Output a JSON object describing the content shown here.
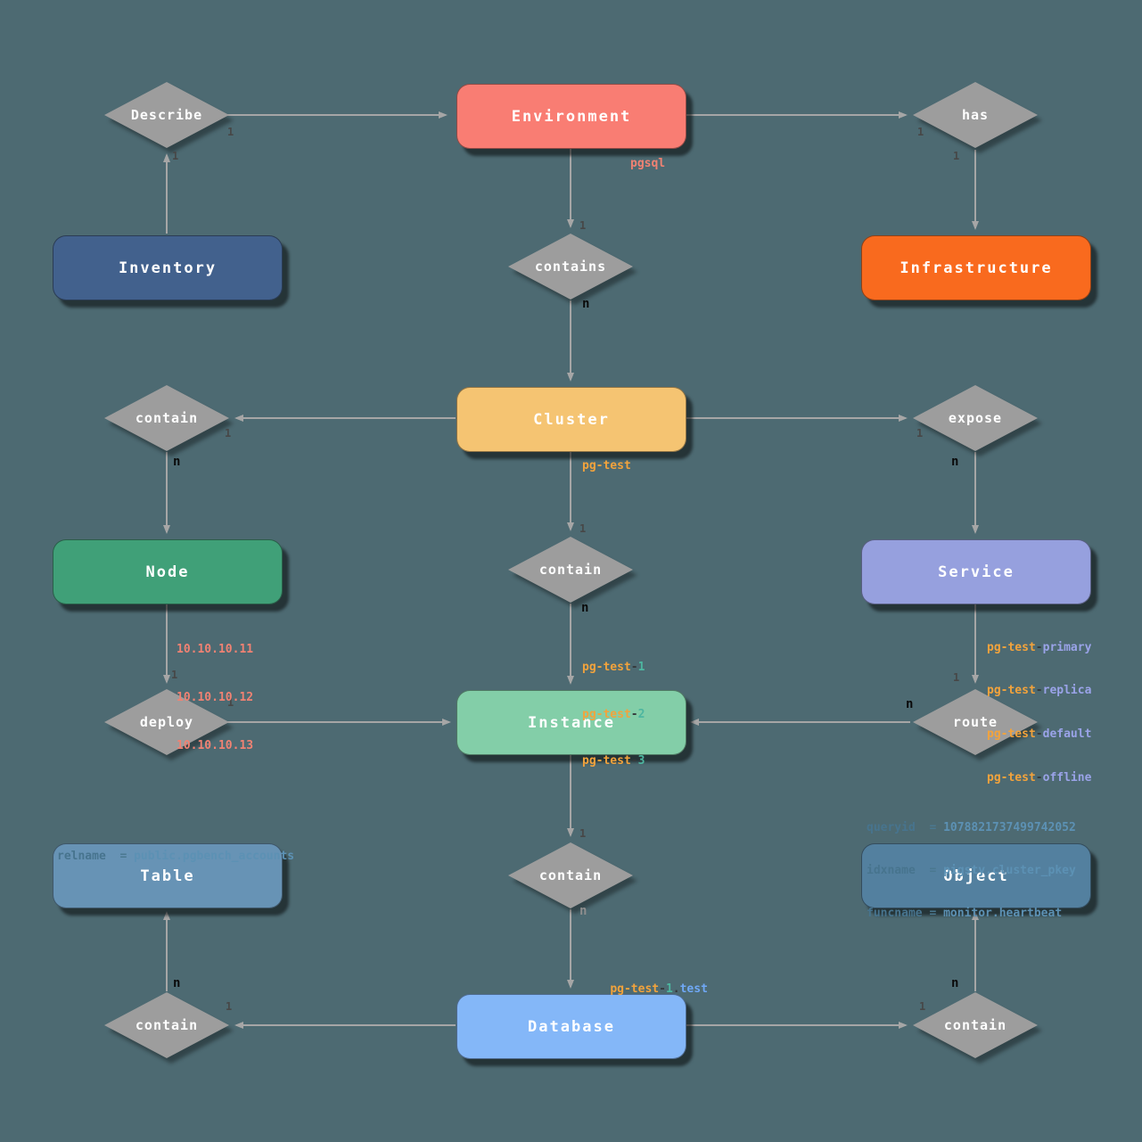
{
  "background": "#4D6A72",
  "edge_color": "#A6A6A6",
  "diamond_color": "#9D9D9D",
  "palette": {
    "orange": "#F2A33C",
    "teal": "#4DB6A0",
    "blue": "#6FA8F5",
    "periwinkle": "#9AA3E8",
    "salmon": "#F08273",
    "meta_key": "#47748E",
    "meta_value": "#5C91B4"
  },
  "entities": {
    "environment": {
      "label": "Environment",
      "color": "#F97D73"
    },
    "inventory": {
      "label": "Inventory",
      "color": "#42618D"
    },
    "infrastructure": {
      "label": "Infrastructure",
      "color": "#F96A1E"
    },
    "cluster": {
      "label": "Cluster",
      "color": "#F5C472"
    },
    "node": {
      "label": "Node",
      "color": "#40A078"
    },
    "service": {
      "label": "Service",
      "color": "#96A0DE"
    },
    "instance": {
      "label": "Instance",
      "color": "#83CEA8"
    },
    "table": {
      "label": "Table",
      "color": "#6793B5"
    },
    "object": {
      "label": "Object",
      "color": "#53809F"
    },
    "database": {
      "label": "Database",
      "color": "#84B7F8"
    }
  },
  "relations": {
    "describe": "Describe",
    "has": "has",
    "contains": "contains",
    "contain_node": "contain",
    "expose": "expose",
    "contain_instance": "contain",
    "deploy": "deploy",
    "route": "route",
    "contain_database": "contain",
    "contain_table": "contain",
    "contain_object": "contain"
  },
  "cardinality": {
    "inv_describe": "1",
    "describe_env": "1",
    "env_has": "1",
    "has_infra": "1",
    "env_contains": "1",
    "contains_cluster": "n",
    "cluster_contain_node": "1",
    "contain_node_node": "n",
    "cluster_expose": "1",
    "expose_service": "n",
    "cluster_contain_instance": "1",
    "contain_instance_instance": "n",
    "node_deploy": "1",
    "deploy_instance": "1",
    "service_route": "1",
    "route_instance": "n",
    "instance_contain_database": "1",
    "contain_database_database": "n",
    "database_contain_table": "1",
    "contain_table_table": "n",
    "database_contain_object": "1",
    "contain_object_object": "n"
  },
  "annotations": {
    "pgsql": "pgsql",
    "cluster_name": "pg-test",
    "node_ips": [
      "10.10.10.11",
      "10.10.10.12",
      "10.10.10.13"
    ],
    "instance_names": [
      {
        "prefix": "pg-test",
        "dash": "-",
        "id": "1"
      },
      {
        "prefix": "pg-test",
        "dash": "-",
        "id": "2"
      },
      {
        "prefix": "pg-test",
        "dash": "-",
        "id": "3"
      }
    ],
    "service_names": [
      {
        "prefix": "pg-test",
        "dash": "-",
        "role": "primary"
      },
      {
        "prefix": "pg-test",
        "dash": "-",
        "role": "replica"
      },
      {
        "prefix": "pg-test",
        "dash": "-",
        "role": "default"
      },
      {
        "prefix": "pg-test",
        "dash": "-",
        "role": "offline"
      }
    ],
    "database_name": {
      "prefix": "pg-test",
      "dash": "-",
      "id": "1",
      "dot": ".",
      "db": "test"
    },
    "table_meta": [
      {
        "key": "relname",
        "eq": "=",
        "value": "public.pgbench_accounts"
      }
    ],
    "object_meta": [
      {
        "key": "queryid",
        "eq": "=",
        "value": "1078821737499742052"
      },
      {
        "key": "idxname",
        "eq": "=",
        "value": "pigsty.cluster_pkey"
      },
      {
        "key": "funcname",
        "eq": "=",
        "value": "monitor.heartbeat"
      }
    ]
  }
}
